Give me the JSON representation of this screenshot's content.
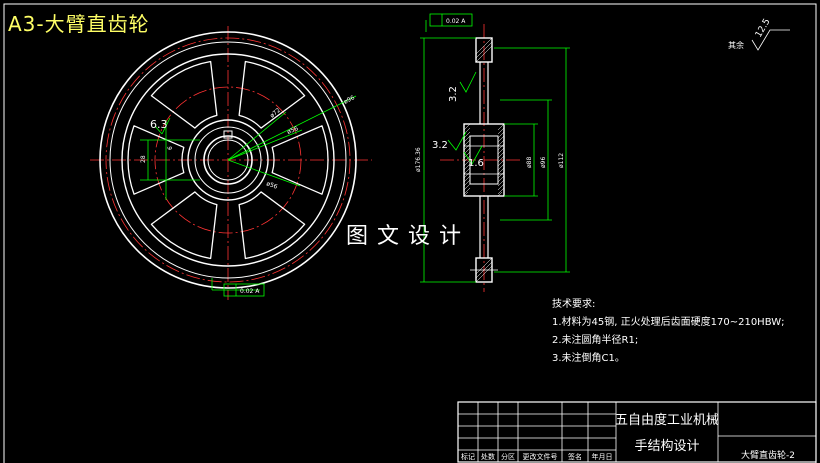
{
  "drawing": {
    "title": "A3-大臂直齿轮",
    "watermark": "图文设计",
    "roughness_rest": "其余",
    "roughness_rest_value": "12.5",
    "roughness_values": [
      "6.3",
      "3.2",
      "3.2",
      "1.6"
    ],
    "front_view_dims": [
      "ø56",
      "ø72",
      "ø96",
      "6",
      "28"
    ],
    "side_view_dims": [
      "ø88",
      "ø96",
      "ø112",
      "ø176.36"
    ],
    "tolerance_boxes": [
      "0.02 A",
      "0.02 A"
    ],
    "technical_requirements": {
      "heading": "技术要求:",
      "items": [
        "1.材料为45钢, 正火处理后齿面硬度170~210HBW;",
        "2.未注圆角半径R1;",
        "3.未注倒角C1。"
      ]
    },
    "title_block": {
      "project_line1": "五自由度工业机械",
      "project_line2": "手结构设计",
      "part_name": "大臂直齿轮-2",
      "footer_labels": [
        "标记",
        "处数",
        "分区",
        "更改文件号",
        "签名",
        "年月日"
      ]
    },
    "colors": {
      "background": "#000000",
      "outline": "#ffffff",
      "dimension": "#00ff00",
      "centerline": "#ff3333",
      "title": "#ffff66"
    }
  }
}
